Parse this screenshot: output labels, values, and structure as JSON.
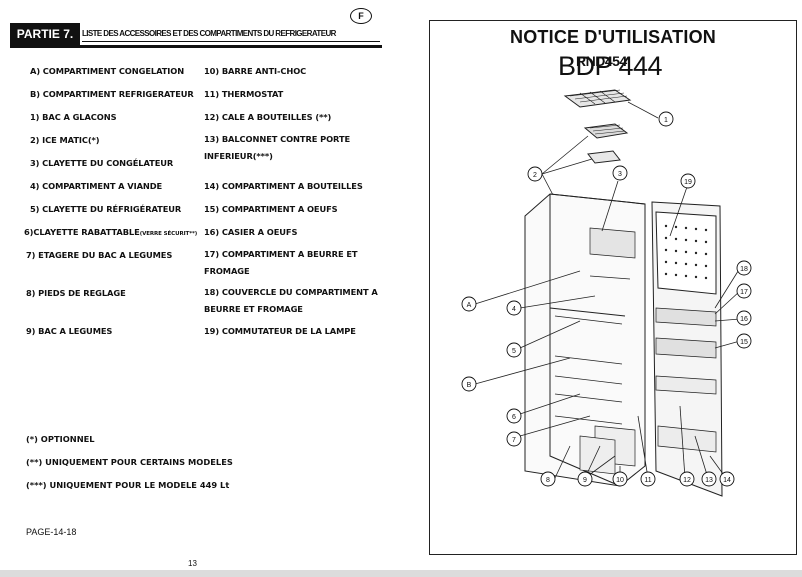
{
  "left_page": {
    "lang_badge": "F",
    "section_label": "PARTIE 7.",
    "section_title": "LISTE DES ACCESSOIRES ET DES COMPARTIMENTS DU REFRIGERATEUR",
    "items": [
      {
        "key": "a",
        "text": "A)  COMPARTIMENT CONGELATION"
      },
      {
        "key": "b",
        "text": "B)  COMPARTIMENT REFRIGERATEUR"
      },
      {
        "key": "1",
        "text": "1)  BAC A GLACONS"
      },
      {
        "key": "2",
        "text": "2)  ICE MATIC(*)"
      },
      {
        "key": "3",
        "text": "3)  CLAYETTE DU CONGÉLATEUR"
      },
      {
        "key": "4",
        "text": "4)  COMPARTIMENT A VIANDE"
      },
      {
        "key": "5",
        "text": "5)  CLAYETTE DU RÉFRIGÉRATEUR"
      },
      {
        "key": "6",
        "text": "6)CLAYETTE RABATTABLE",
        "sub": "(VERRE SÉCURIT**)"
      },
      {
        "key": "7",
        "text": "7) ETAGERE DU BAC A LEGUMES"
      },
      {
        "key": "8",
        "text": "8) PIEDS DE REGLAGE"
      },
      {
        "key": "9",
        "text": "9) BAC A LEGUMES"
      },
      {
        "key": "10",
        "text": "10) BARRE ANTI-CHOC"
      },
      {
        "key": "11",
        "text": "11) THERMOSTAT"
      },
      {
        "key": "12",
        "text": "12) CALE A BOUTEILLES  (**)"
      },
      {
        "key": "13",
        "text": "13) BALCONNET CONTRE PORTE INFERIEUR(***)"
      },
      {
        "key": "14",
        "text": "14) COMPARTIMENT A BOUTEILLES"
      },
      {
        "key": "15",
        "text": "15) COMPARTIMENT A OEUFS"
      },
      {
        "key": "16",
        "text": "16) CASIER A  OEUFS"
      },
      {
        "key": "17",
        "text": "17) COMPARTIMENT A BEURRE ET FROMAGE"
      },
      {
        "key": "18",
        "text": "18) COUVERCLE DU  COMPARTIMENT A BEURRE ET FROMAGE"
      },
      {
        "key": "19",
        "text": "19) COMMUTATEUR DE LA LAMPE"
      }
    ],
    "notes": [
      "(*)    OPTIONNEL",
      "(**)   UNIQUEMENT POUR CERTAINS MODELES",
      "(***) UNIQUEMENT POUR LE MODELE 449 Lt"
    ],
    "page_ref": "PAGE-14-18",
    "page_number": "13"
  },
  "right_page": {
    "title": "NOTICE D'UTILISATION",
    "model_large": "BDP 444",
    "model_small": "RND454",
    "callouts": [
      "1",
      "2",
      "3",
      "19",
      "A",
      "4",
      "5",
      "B",
      "6",
      "7",
      "8",
      "9",
      "10",
      "11",
      "12",
      "13",
      "14",
      "15",
      "16",
      "17",
      "18"
    ]
  }
}
